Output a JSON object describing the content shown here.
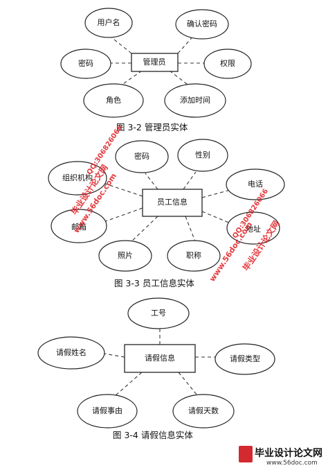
{
  "figures": [
    {
      "caption": "图 3-2   管理员实体",
      "entity": "管理员",
      "attributes": [
        "用户名",
        "确认密码",
        "密码",
        "权限",
        "角色",
        "添加时间"
      ]
    },
    {
      "caption": "图 3-3   员工信息实体",
      "entity": "员工信息",
      "attributes": [
        "密码",
        "性别",
        "组织机构",
        "电话",
        "邮箱",
        "照片",
        "职称",
        "地址"
      ]
    },
    {
      "caption": "图 3-4   请假信息实体",
      "entity": "请假信息",
      "attributes": [
        "工号",
        "请假姓名",
        "请假类型",
        "请假事由",
        "请假天数"
      ]
    }
  ],
  "watermark": {
    "line1": "毕业设计论文网",
    "line2": "www.56doc.com",
    "line3": "QQ:306826066"
  },
  "logo": {
    "title": "毕业设计论文网",
    "url": "www.56doc.com"
  },
  "colors": {
    "watermark": "#e0252a",
    "line": "#333333"
  }
}
